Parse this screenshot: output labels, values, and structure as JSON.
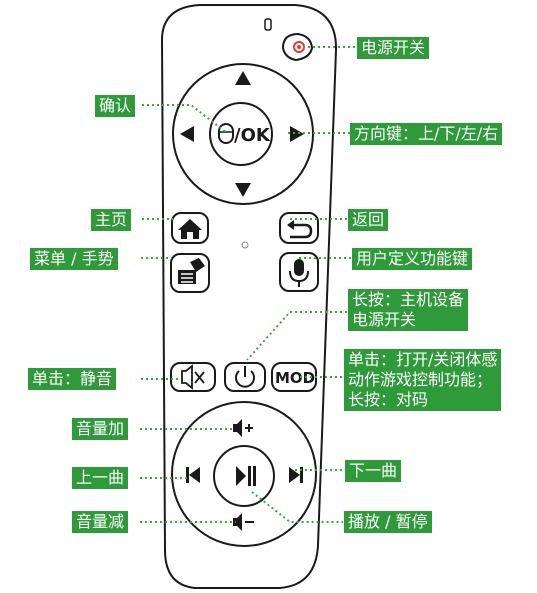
{
  "buttons": {
    "ok": "/OK",
    "mod": "MOD"
  },
  "labels": {
    "power": "电源开关",
    "confirm": "确认",
    "direction": "方向键：上/下/左/右",
    "home": "主页",
    "back": "返回",
    "menu_gesture": "菜单 / 手势",
    "custom_key": "用户定义功能键",
    "long_press_power_l1": "长按：主机设备",
    "long_press_power_l2": "电源开关",
    "mute": "单击：静音",
    "mod_l1": "单击：打开/关闭体感",
    "mod_l2": "动作游戏控制功能；",
    "mod_l3": "长按：对码",
    "volume_up": "音量加",
    "prev_track": "上一曲",
    "next_track": "下一曲",
    "volume_down": "音量减",
    "play_pause": "播放 / 暂停"
  },
  "colors": {
    "label_bg": "#2f9a3a",
    "label_text": "#ffffff",
    "leader_line": "#3aa63a",
    "outline": "#1a1a1a",
    "power_red": "#e53935"
  },
  "icons": [
    "power-icon",
    "arrow-up-icon",
    "arrow-down-icon",
    "arrow-left-icon",
    "arrow-right-icon",
    "mouse-icon",
    "home-icon",
    "back-icon",
    "menu-icon",
    "microphone-icon",
    "mute-icon",
    "power-symbol-icon",
    "volume-up-icon",
    "volume-down-icon",
    "previous-icon",
    "next-icon",
    "play-pause-icon",
    "led-icon"
  ]
}
